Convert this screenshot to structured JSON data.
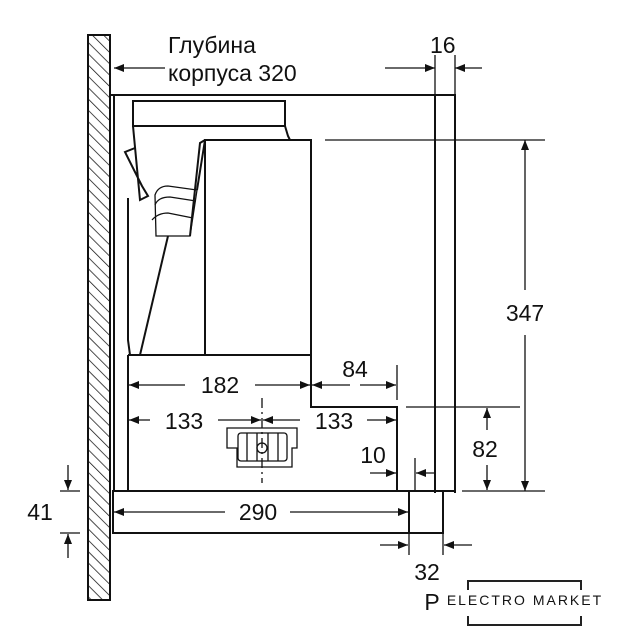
{
  "title": {
    "line1": "Глубина",
    "line2": "корпуса 320"
  },
  "dimensions": {
    "panel": "16",
    "height": "347",
    "d182": "182",
    "d84": "84",
    "d133_left": "133",
    "d133_right": "133",
    "d10": "10",
    "d82": "82",
    "d290": "290",
    "d41": "41",
    "d32": "32"
  },
  "label_p": "P",
  "logo": {
    "text": "ELECTRO MARKET"
  }
}
